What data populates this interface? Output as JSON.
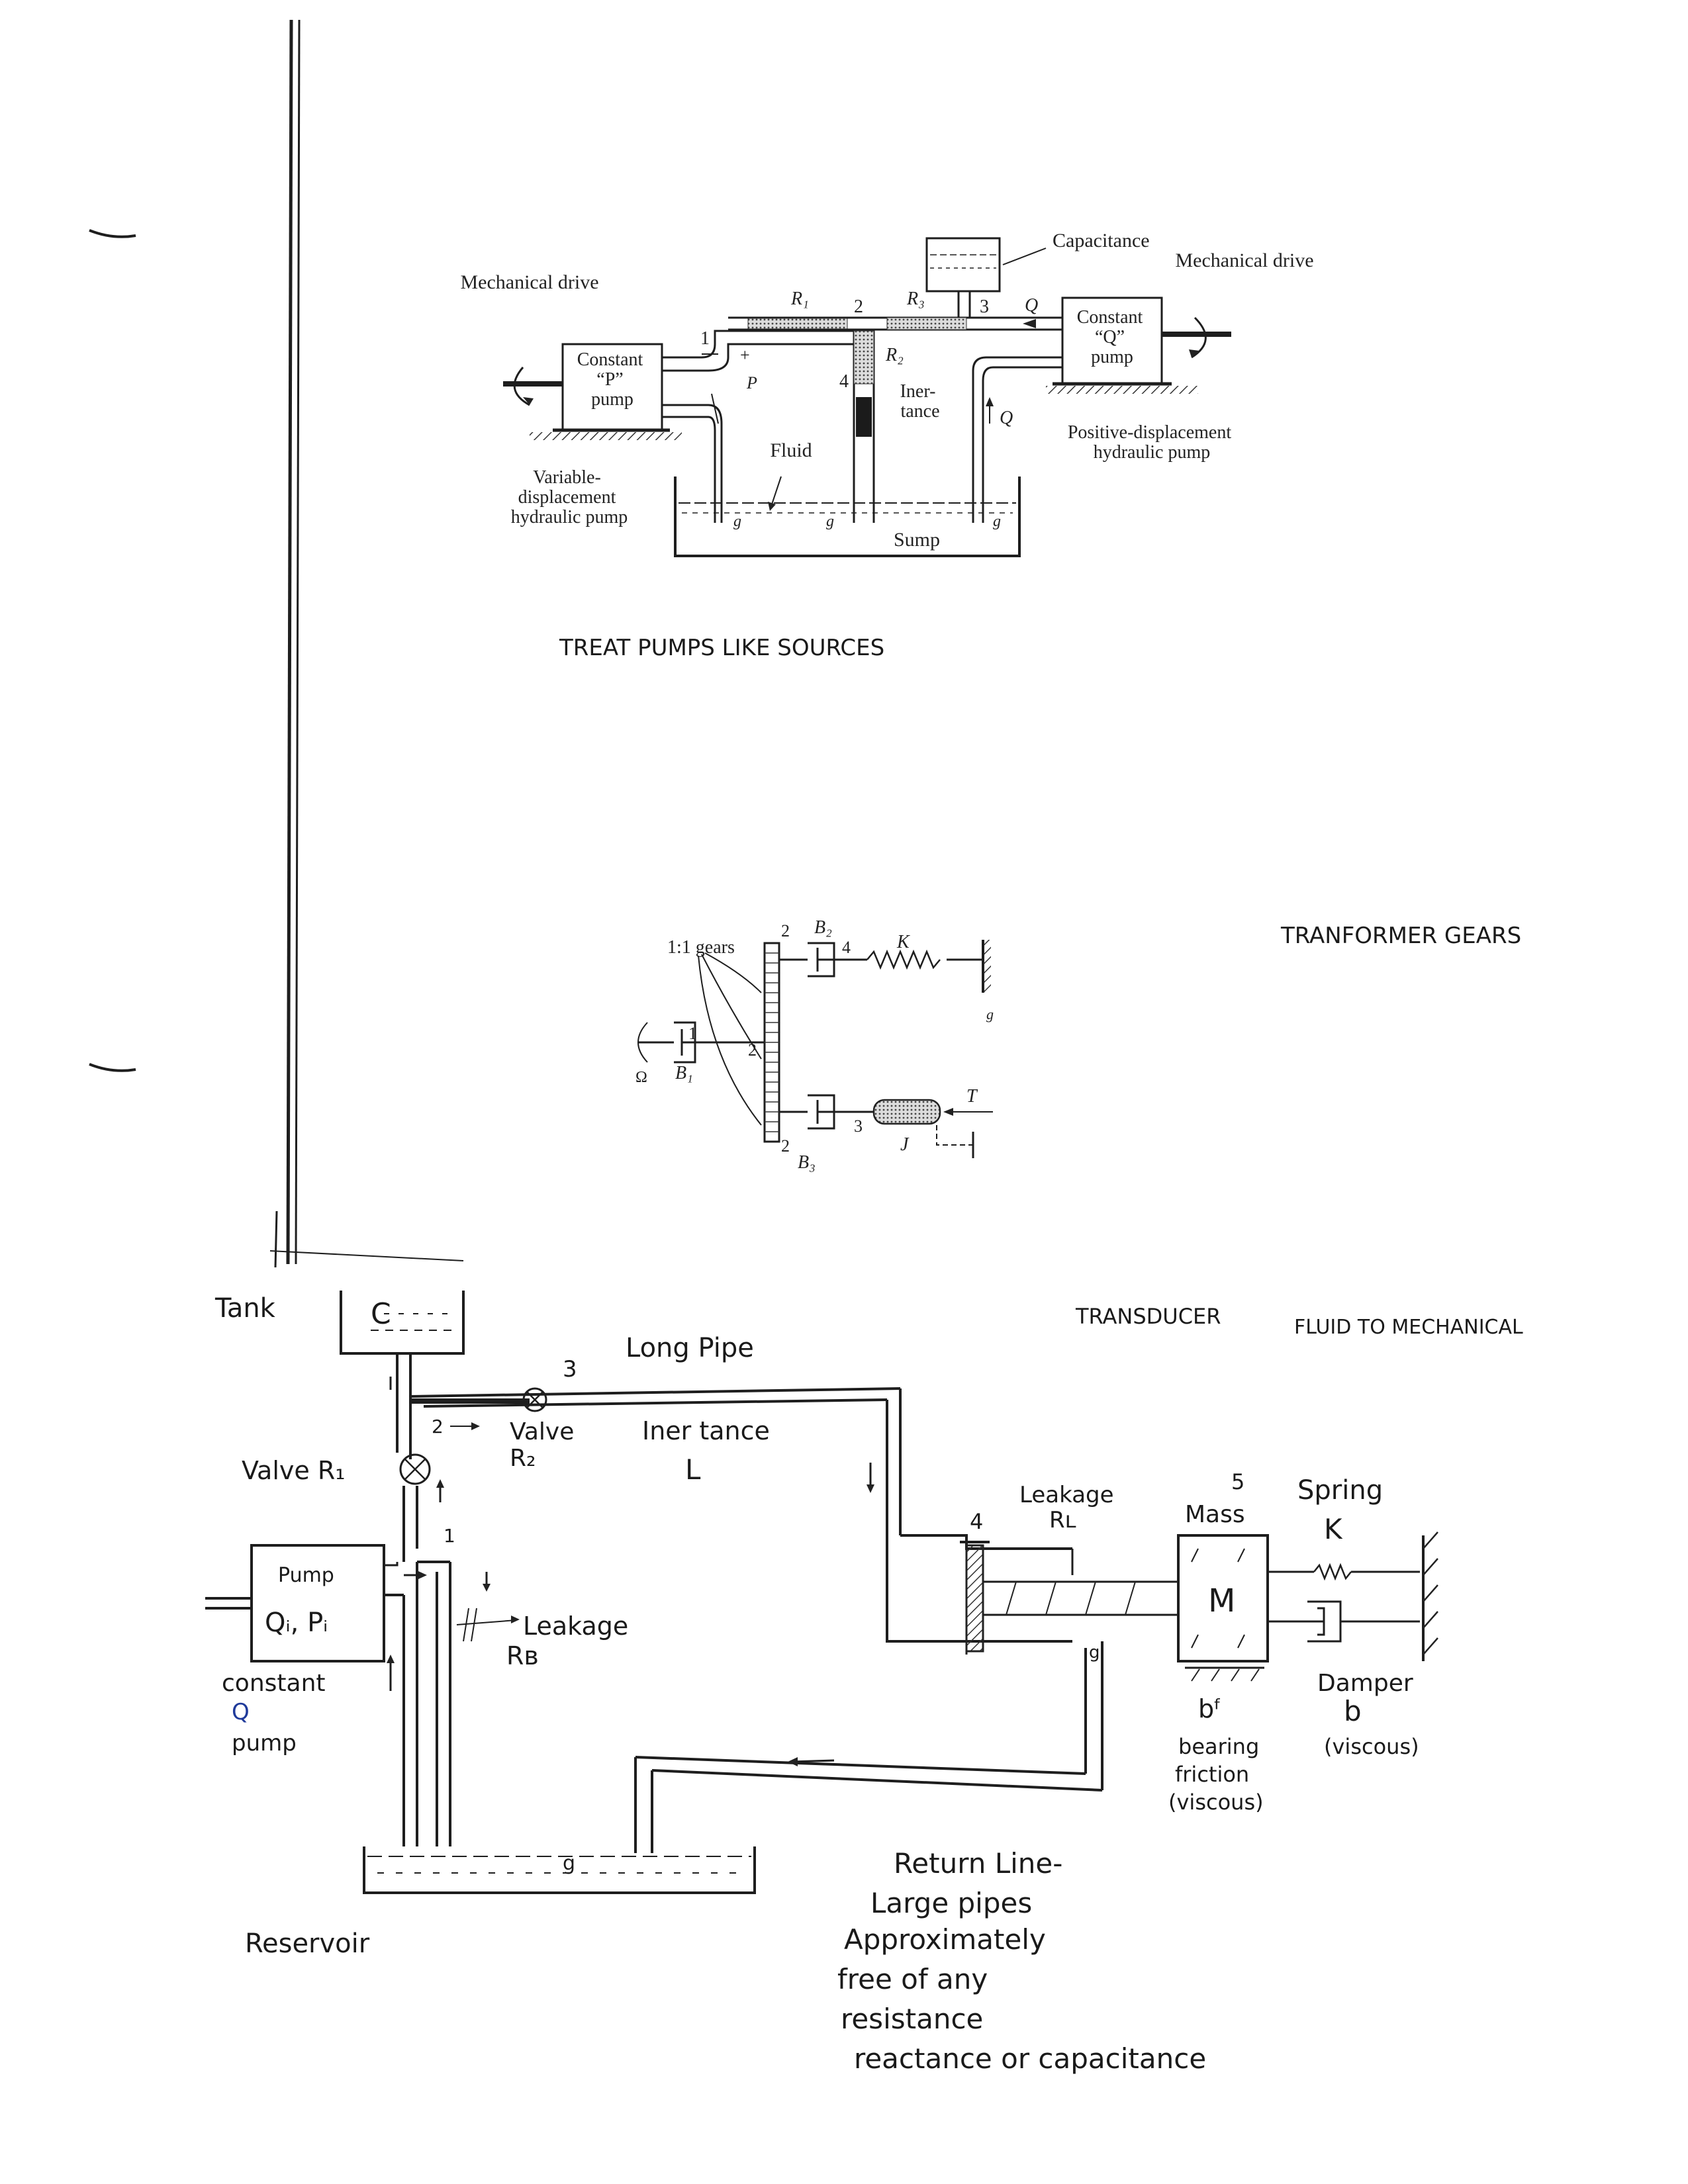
{
  "pump_figure": {
    "mechanical_drive_left": "Mechanical drive",
    "mechanical_drive_right": "Mechanical drive",
    "constant_p_pump": [
      "Constant",
      "“P”",
      "pump"
    ],
    "constant_q_pump": [
      "Constant",
      "“Q”",
      "pump"
    ],
    "variable_displacement": [
      "Variable-",
      "displacement",
      "hydraulic pump"
    ],
    "positive_displacement": [
      "Positive-displacement",
      "hydraulic pump"
    ],
    "capacitance": "Capacitance",
    "inertance": [
      "Iner-",
      "tance"
    ],
    "fluid": "Fluid",
    "sump": "Sump",
    "r1": "R₁",
    "r2": "R₂",
    "r3": "R₃",
    "node1": "1",
    "node2": "2",
    "node3": "3",
    "node4": "4",
    "plus": "+",
    "p": "P",
    "q": "Q",
    "g": "g"
  },
  "note_treat_pumps": "TREAT PUMPS LIKE SOURCES",
  "gear_figure": {
    "gears_label": "1:1 gears",
    "b1": "B₁",
    "b2": "B₂",
    "b3": "B₃",
    "k": "K",
    "j": "J",
    "t": "T",
    "omega": "Ω",
    "g": "g",
    "n1": "1",
    "n2": "2",
    "n3": "3",
    "n4": "4"
  },
  "note_transformer": "TRANFORMER GEARS",
  "note_transducer": "TRANSDUCER",
  "note_fluid_mech": "FLUID TO MECHANICAL",
  "hand_diagram": {
    "tank": "Tank",
    "c": "C",
    "node3": "3",
    "long_pipe": "Long Pipe",
    "node2": "2",
    "valve_r2": [
      "Valve",
      "R₂"
    ],
    "inertance": "Iner tance",
    "l": "L",
    "valve_r1": "Valve R₁",
    "node1": "1",
    "pump": "Pump",
    "qi_pi": "Qᵢ, Pᵢ",
    "constant": "constant",
    "q_mark": "Q",
    "pump_word": "pump",
    "leakage_rb": [
      "Leakage",
      "Rʙ"
    ],
    "leakage_rl": [
      "Leakage",
      "Rʟ"
    ],
    "node4": "4",
    "node5": "5",
    "mass": "Mass",
    "m": "M",
    "spring": "Spring",
    "k": "K",
    "damper": "Damper",
    "b": "b",
    "viscous_b": "(viscous)",
    "bf": "bᶠ",
    "bearing_friction": [
      "bearing",
      "friction",
      "(viscous)"
    ],
    "g": "g",
    "reservoir": "Reservoir",
    "return_line": [
      "Return Line-",
      "Large pipes",
      "Approximately",
      "free of any",
      "resistance",
      "reactance or capacitance"
    ]
  }
}
